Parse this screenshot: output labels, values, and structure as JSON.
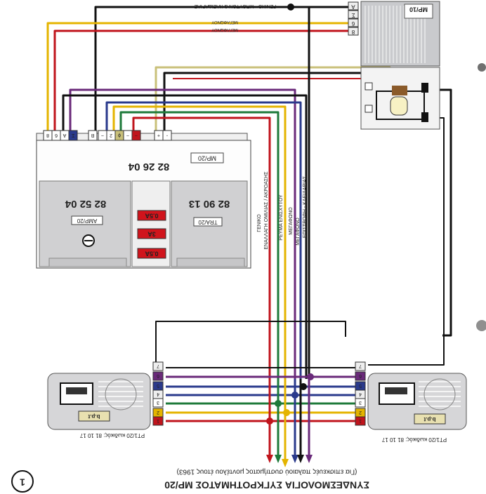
{
  "top_wire_labels": {
    "general": "ΓΕΝΙΚΟ - ΜΠΟΥΤΟΝ & ΚΛΕΙΔΑΡΙΑΣ",
    "megaphone_a": "ΜΕΓΑΦΩΝΟΥ",
    "megaphone_b": "ΜΕΓΑΦΩΝΟΥ"
  },
  "mp10": {
    "label": "MP/10",
    "terminals": [
      "A",
      "Σ",
      "6",
      "8"
    ]
  },
  "main_unit": {
    "top_model": "MP/20",
    "top_code": "82 26 04",
    "amp_label": "AMP/20",
    "amp_code": "82 52 04",
    "tra_label": "TRA/20",
    "tra_code": "82 90 13",
    "fuses": [
      "0.5A",
      "3A",
      "0.5A"
    ],
    "top_terminals": [
      "8",
      "6",
      "A",
      "Σ",
      "B",
      "~",
      "2",
      "ϕ",
      "~",
      "~",
      "+",
      "-"
    ]
  },
  "bundle_labels": [
    "ΓΕΝΙΚΟ",
    "ΕΝΑΛΛΑΓΗ ΟΜΙΛΙΑΣ / ΑΚΡΟΑΣΗΣ",
    "ΡΕΥΜΑ ΕΝΙΣΧΥΤΟΥ",
    "ΜΕΓΑΦΩΝΟ",
    "ΜΕΓΑΦΩΝΟ",
    "ΕΠΙΣΤΡΟΦΗ - ΚΛΕΙΔΑΡΙΑΣ"
  ],
  "handsets": {
    "left": {
      "brand": "b.p.t",
      "caption": "PT1/20  κωδικός:  81 10 17"
    },
    "right": {
      "brand": "b.p.t",
      "caption": "PT1/20  κωδικός:  81 10 17"
    },
    "terminals": [
      "7",
      "6",
      "5",
      "4",
      "3",
      "2",
      "1"
    ]
  },
  "footer": {
    "title": "ΣΥΝΔΕΣΜΟΛΟΓΙΑ  ΣΥΓΚΡΟΤΗΜΑΤΟΣ  MP/20",
    "subtitle": "(Για επισκευές παλαιού συστήματος μοντέλου έτους 1963)",
    "page_number": "1"
  },
  "colors": {
    "red": "#c0141c",
    "yellow": "#e4b400",
    "blue": "#2a3a8c",
    "purple": "#6a2a7a",
    "green": "#1e7a3a",
    "black": "#111111",
    "olive": "#c9c07a",
    "unit": "#d0d0d2"
  }
}
